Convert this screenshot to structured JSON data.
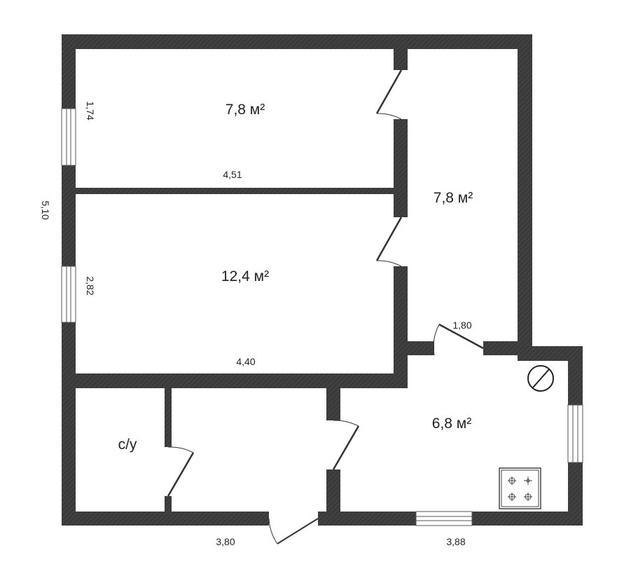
{
  "plan": {
    "rooms": [
      {
        "id": "room-top-left",
        "area": "7,8 м²"
      },
      {
        "id": "corridor",
        "area": "7,8 м²"
      },
      {
        "id": "room-middle",
        "area": "12,4 м²"
      },
      {
        "id": "kitchen",
        "area": "6,8 м²"
      },
      {
        "id": "bathroom",
        "area": "с/у"
      }
    ],
    "dimensions": {
      "overall_height": "5,10",
      "top_room_window_side": "1,74",
      "top_room_width": "4,51",
      "middle_room_window_side": "2,82",
      "middle_room_width": "4,40",
      "corridor_segment": "1,80",
      "bottom_left": "3,80",
      "bottom_right": "3,88"
    },
    "colors": {
      "wall": "#3a3a3a",
      "hatch": "#4a4a4a",
      "line": "#333333",
      "text": "#222222"
    }
  }
}
